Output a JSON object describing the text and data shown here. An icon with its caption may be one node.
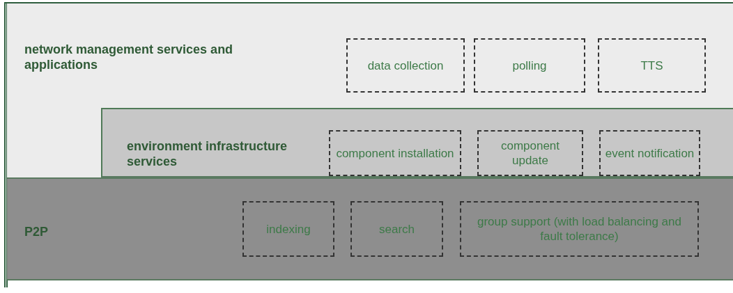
{
  "diagram": {
    "nodes": [
      {
        "text": [
          "network management services and applications"
        ]
      },
      {
        "text": [
          "data collection"
        ],
        "in": 0
      },
      {
        "text": [
          "polling"
        ],
        "in": 0
      },
      {
        "text": [
          "TTS"
        ],
        "in": 0
      },
      {
        "text": [
          "environment infrastructure services"
        ],
        "in": 0
      },
      {
        "text": [
          "component installation"
        ],
        "in": 4
      },
      {
        "text": [
          "component update"
        ],
        "in": 4
      },
      {
        "text": [
          "event notification"
        ],
        "in": 4
      },
      {
        "text": [
          "P2P"
        ]
      },
      {
        "text": [
          "indexing"
        ],
        "in": 8
      },
      {
        "text": [
          "search"
        ],
        "in": 8
      },
      {
        "text": [
          "group support (with load balancing and fault tolerance)"
        ],
        "in": 8
      }
    ],
    "edges": []
  }
}
